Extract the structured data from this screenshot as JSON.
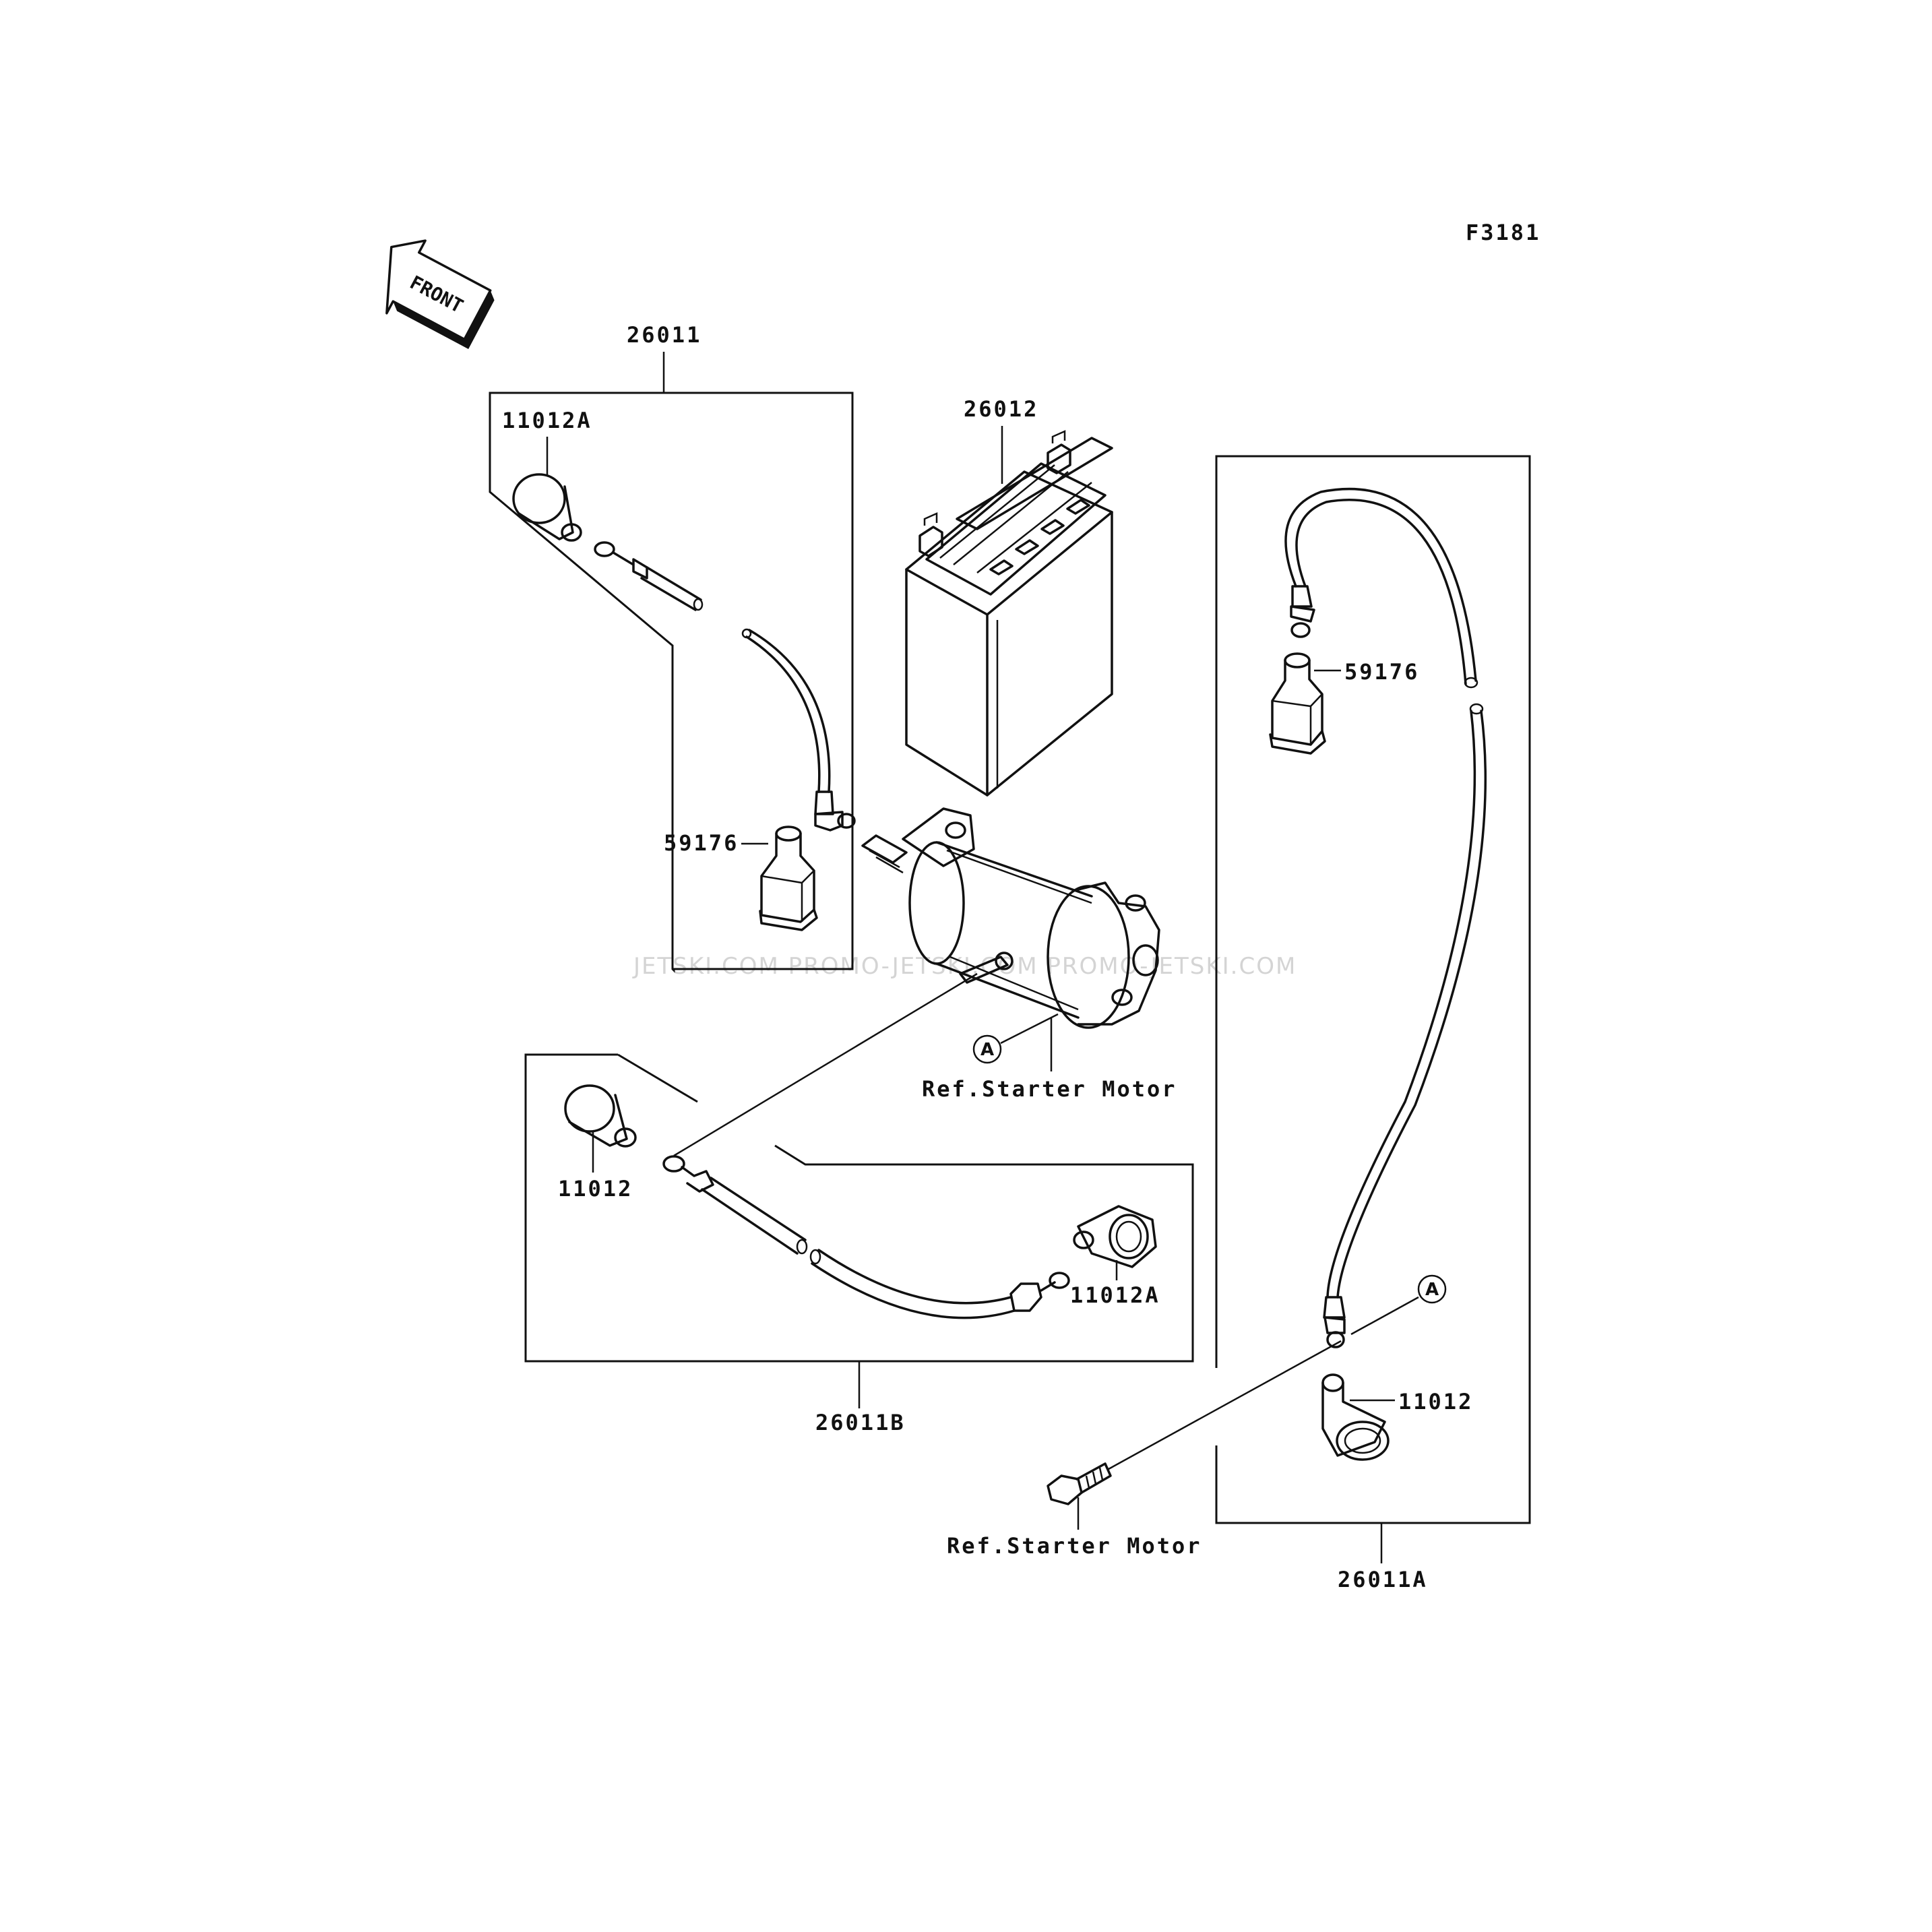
{
  "figure_code": "F3181",
  "front_arrow": {
    "label": "FRONT"
  },
  "watermark": "JETSKI.COM  PROMO-JETSKI.COM  PROMO-JETSKI.COM",
  "ref_label": "A",
  "groups": {
    "cable_26011": {
      "part_no": "26011",
      "cap": "11012A",
      "boot": "59176"
    },
    "battery": {
      "part_no": "26012"
    },
    "cable_26011A": {
      "part_no": "26011A",
      "boot": "59176",
      "cap": "11012"
    },
    "cable_26011B": {
      "part_no": "26011B",
      "cap_left": "11012",
      "cap_right": "11012A"
    }
  },
  "ref_starter_motor": "Ref.Starter Motor"
}
